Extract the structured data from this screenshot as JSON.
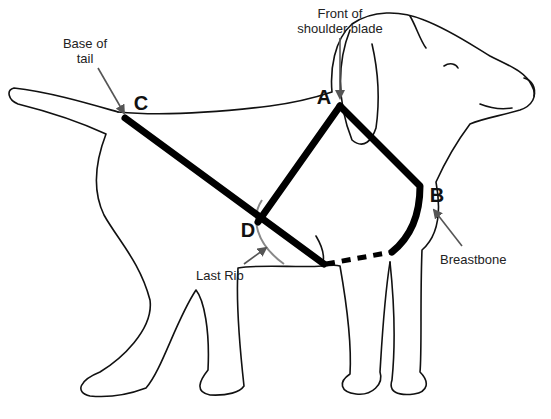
{
  "diagram": {
    "labels": [
      "Base of tail",
      "C",
      "Front of shoulder blade",
      "A",
      "B",
      "Breastbone",
      "D",
      "Last Rib"
    ]
  }
}
